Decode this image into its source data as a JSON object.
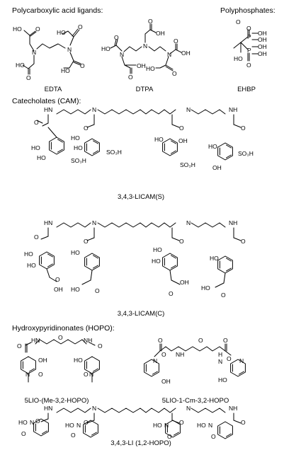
{
  "sections": {
    "polycarboxylic": "Polycarboxylic acid ligands:",
    "polyphosphates": "Polyphosphates:",
    "catecholates": "Catecholates (CAM):",
    "hopo": "Hydroxypyridinonates (HOPO):"
  },
  "compounds": {
    "edta": "EDTA",
    "dtpa": "DTPA",
    "ehbp": "EHBP",
    "licam_s": "3,4,3-LICAM(S)",
    "licam_c": "3,4,3-LICAM(C)",
    "lio_me": "5LIO-(Me-3,2-HOPO)",
    "lio_cm": "5LIO-1-Cm-3,2-HOPO",
    "li_hopo": "3,4,3-LI (1,2-HOPO)"
  },
  "atoms": {
    "O": "O",
    "OH": "OH",
    "HO": "HO",
    "N": "N",
    "NH": "NH",
    "HN": "HN",
    "P": "P",
    "SO3H": "SO₃H",
    "SO3": "SO",
    "sub3": "3",
    "H": "H"
  }
}
